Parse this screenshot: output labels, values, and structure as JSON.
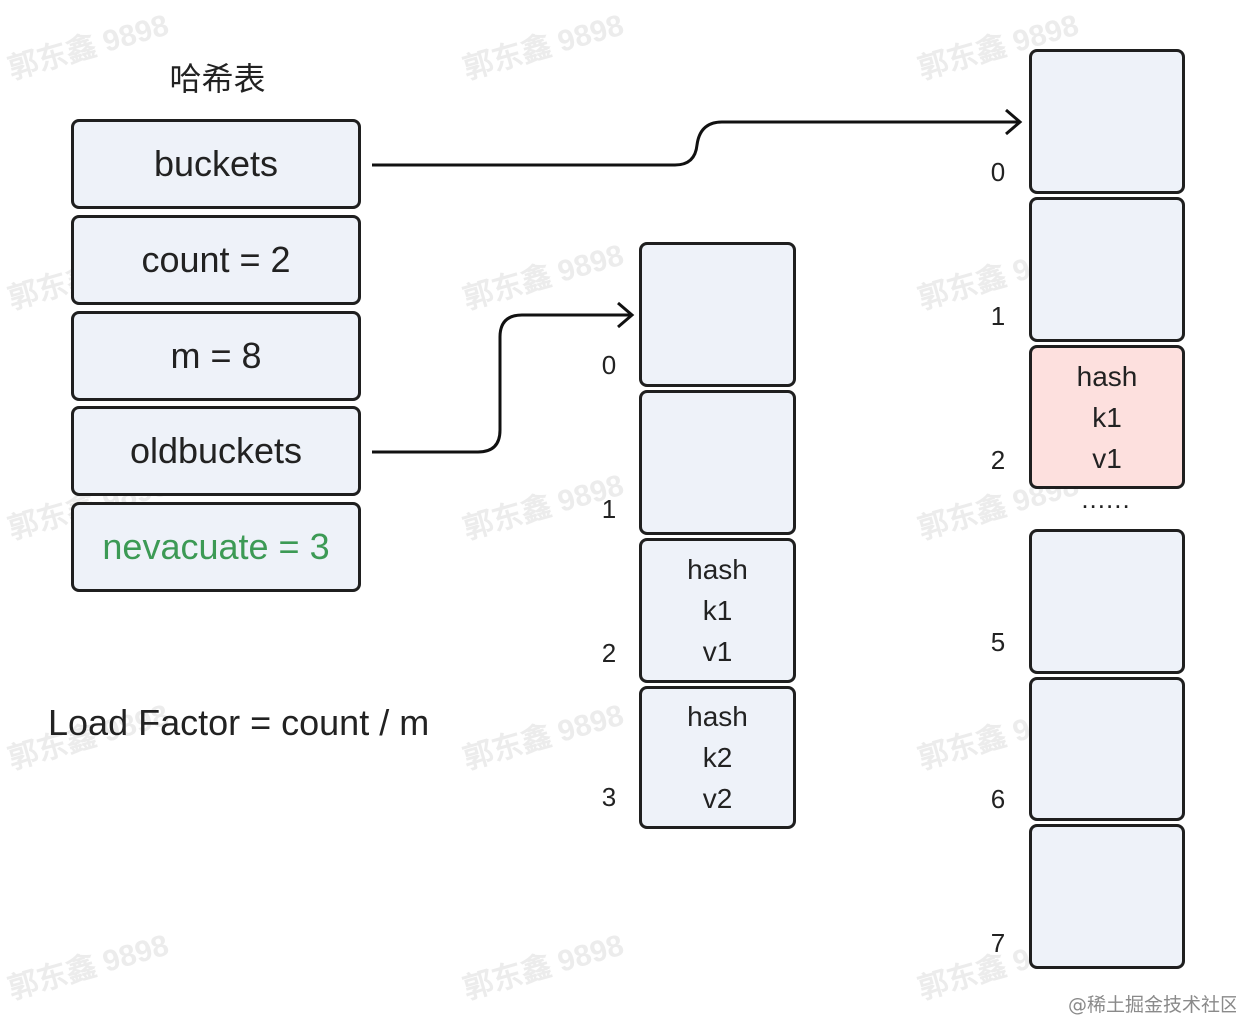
{
  "title": "哈希表",
  "fields": {
    "buckets": "buckets",
    "count": "count = 2",
    "m": "m = 8",
    "oldbuckets": "oldbuckets",
    "nevacuate": "nevacuate = 3"
  },
  "formula": "Load Factor = count / m",
  "colors": {
    "highlight": "#fde0de",
    "green_text": "#3c9a55",
    "cell_fill": "#eef2f9"
  },
  "old_buckets": [
    {
      "index": "0",
      "lines": []
    },
    {
      "index": "1",
      "lines": []
    },
    {
      "index": "2",
      "lines": [
        "hash",
        "k1",
        "v1"
      ]
    },
    {
      "index": "3",
      "lines": [
        "hash",
        "k2",
        "v2"
      ]
    }
  ],
  "new_buckets": [
    {
      "index": "0",
      "lines": []
    },
    {
      "index": "1",
      "lines": []
    },
    {
      "index": "2",
      "lines": [
        "hash",
        "k1",
        "v1"
      ],
      "highlight": true
    },
    {
      "index": "5",
      "lines": []
    },
    {
      "index": "6",
      "lines": []
    },
    {
      "index": "7",
      "lines": []
    }
  ],
  "ellipsis": "......",
  "watermark": "郭东鑫 9898",
  "credit": "@稀土掘金技术社区"
}
